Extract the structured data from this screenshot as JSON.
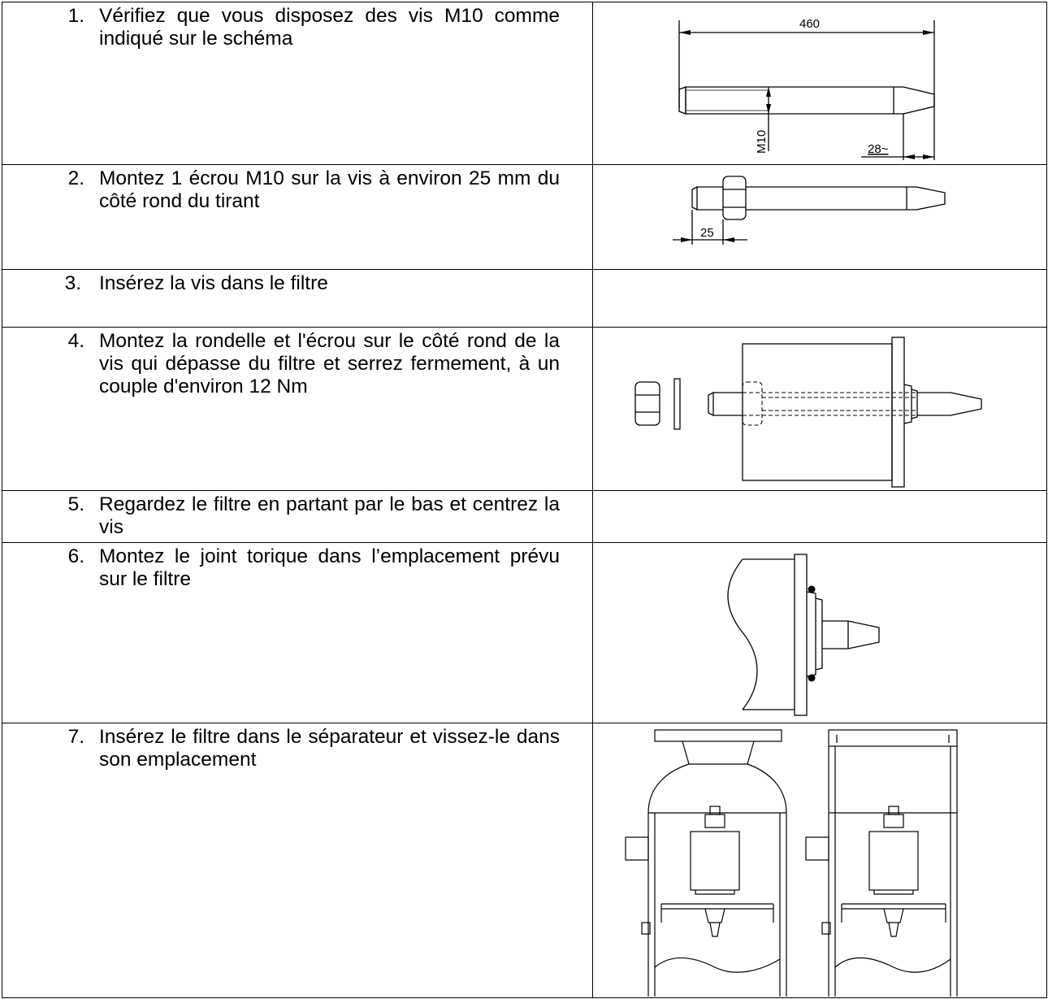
{
  "steps": [
    {
      "num": "1.",
      "text": "Vérifiez que vous disposez des vis M10 comme indiqué sur le schéma"
    },
    {
      "num": "2.",
      "text": "Montez 1 écrou M10 sur la vis à environ 25 mm du côté rond du tirant"
    },
    {
      "num": "3.",
      "text": "Insérez la vis dans le filtre"
    },
    {
      "num": "4.",
      "text": "Montez la rondelle et l'écrou sur le côté rond de la vis qui dépasse du filtre et serrez fermement, à un couple d'environ 12 Nm"
    },
    {
      "num": "5.",
      "text": "Regardez le filtre en partant par le bas et centrez la vis"
    },
    {
      "num": "6.",
      "text": "Montez le joint torique dans l’emplacement prévu sur le filtre"
    },
    {
      "num": "7.",
      "text": "Insérez le filtre dans le séparateur et vissez-le dans son emplacement"
    }
  ],
  "figures": {
    "bolt": {
      "length_label": "460",
      "thread_label": "M10",
      "tip_label": "28~"
    },
    "nut": {
      "offset_label": "25"
    }
  }
}
